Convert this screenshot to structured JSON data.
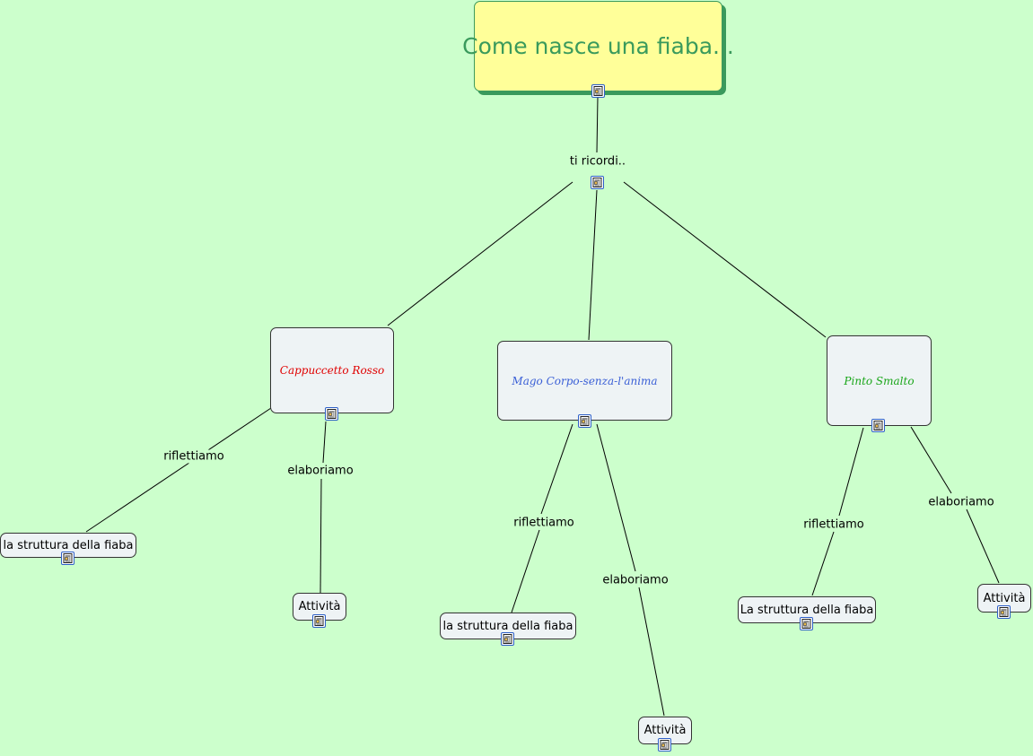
{
  "map": {
    "root": {
      "title": "Come nasce una fiaba..."
    },
    "link_top": "ti ricordi..",
    "stories": [
      {
        "title": "Cappuccetto Rosso",
        "color": "#e00000",
        "link_a": "riflettiamo",
        "link_b": "elaboriamo",
        "leaf_a": "la struttura della fiaba",
        "leaf_b": "Attività"
      },
      {
        "title": "Mago Corpo-senza-l'anima",
        "color": "#3a5fd6",
        "link_a": "riflettiamo",
        "link_b": "elaboriamo",
        "leaf_a": "la struttura della fiaba",
        "leaf_b": "Attività"
      },
      {
        "title": "Pinto Smalto",
        "color": "#1aa61a",
        "link_a": "riflettiamo",
        "link_b": "elaboriamo",
        "leaf_a": "La struttura della fiaba",
        "leaf_b": "Attività"
      }
    ]
  },
  "icons": {
    "resource": "document-icon"
  },
  "colors": {
    "background": "#ccffcc",
    "node_fill": "#eef3f5",
    "root_fill": "#ffff99",
    "root_text": "#3a9a5c"
  }
}
